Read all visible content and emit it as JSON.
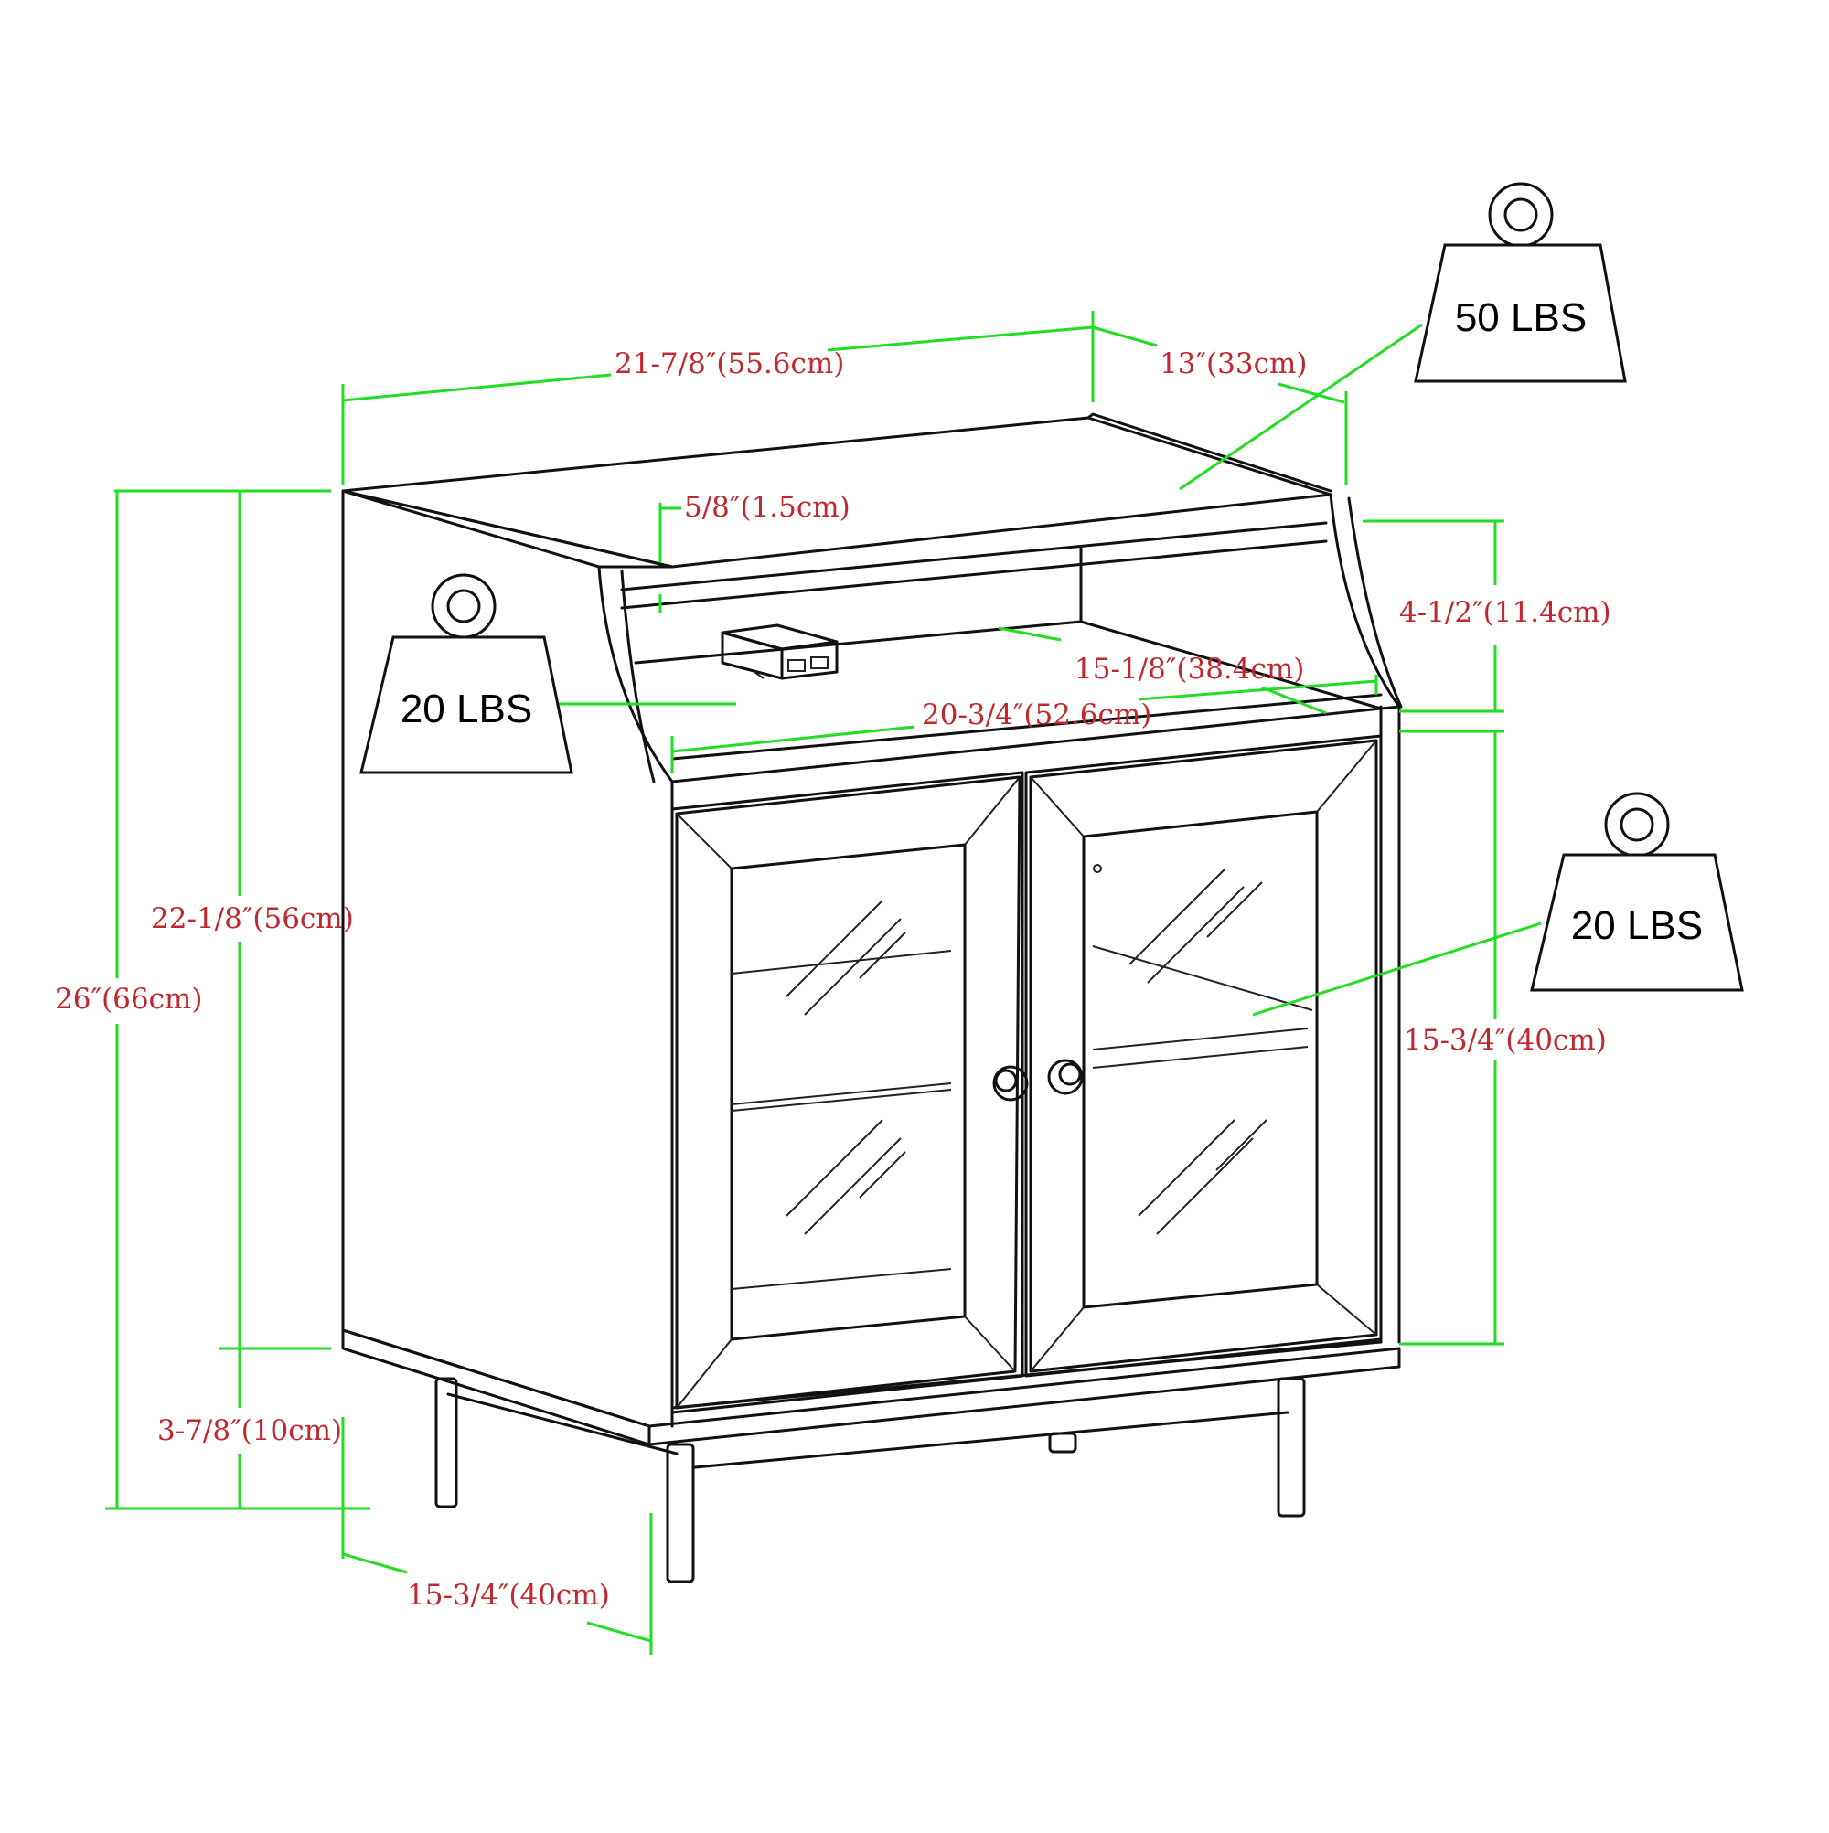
{
  "colors": {
    "dimension_line": "#22dd22",
    "dimension_text": "#c0282e",
    "outline": "#111111",
    "background": "#ffffff"
  },
  "dimensions": {
    "width": "21-7/8″(55.6cm)",
    "depth": "13″(33cm)",
    "shelf_thickness": "5/8″(1.5cm)",
    "upper_height": "4-1/2″(11.4cm)",
    "shelf_depth": "15-1/8″(38.4cm)",
    "inner_width": "20-3/4″(52.6cm)",
    "cabinet_height": "22-1/8″(56cm)",
    "total_height": "26″(66cm)",
    "leg_height": "3-7/8″(10cm)",
    "base_depth": "15-3/4″(40cm)",
    "door_height": "15-3/4″(40cm)"
  },
  "weights": {
    "top": "50 LBS",
    "shelf": "20 LBS",
    "cabinet": "20 LBS"
  },
  "icons": {
    "weight": "weight-icon",
    "power_outlet": "power-strip-icon"
  }
}
